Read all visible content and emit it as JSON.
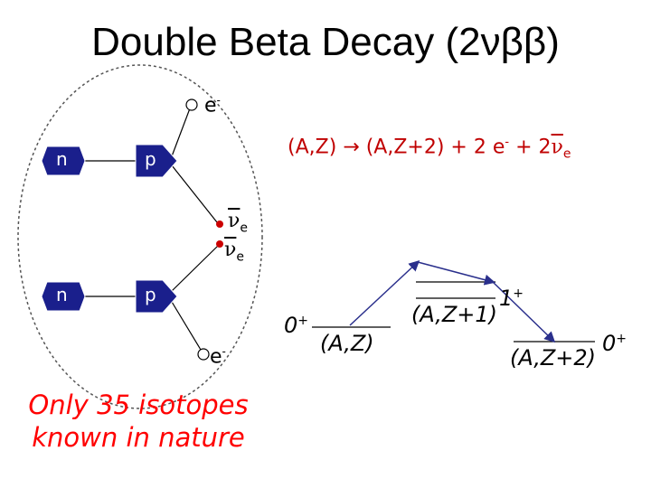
{
  "title": "Double Beta Decay (2νββ)",
  "feynman": {
    "neutron_top": "n",
    "neutron_bottom": "n",
    "proton_top": "p",
    "proton_bottom": "p",
    "electron_top": "e",
    "electron_bottom": "e",
    "electron_charge": "-",
    "neutrino_symbol": "ν",
    "neutrino_flavor": "e"
  },
  "reaction": {
    "lhs": "(A,Z)",
    "arrow": "→",
    "rhs": "(A,Z+2) + 2 e",
    "charge": "-",
    "plus_two": " + 2",
    "nu": "ν",
    "flavor": "e"
  },
  "levels": {
    "parent": "(A,Z)",
    "parent_spin": "0",
    "parent_parity": "+",
    "intermediate": "(A,Z+1)",
    "intermediate_spin": "1",
    "intermediate_parity": "+",
    "daughter": "(A,Z+2)",
    "daughter_spin": "0",
    "daughter_parity": "+"
  },
  "note": [
    "Only 35 isotopes",
    "known in nature"
  ],
  "colors": {
    "nucleon_fill": "#1a1f8c",
    "arrow_color": "#1a1f8c",
    "neutrino_dot": "#cc0000",
    "reaction_text": "#c00000",
    "note_text": "#ff0000"
  }
}
